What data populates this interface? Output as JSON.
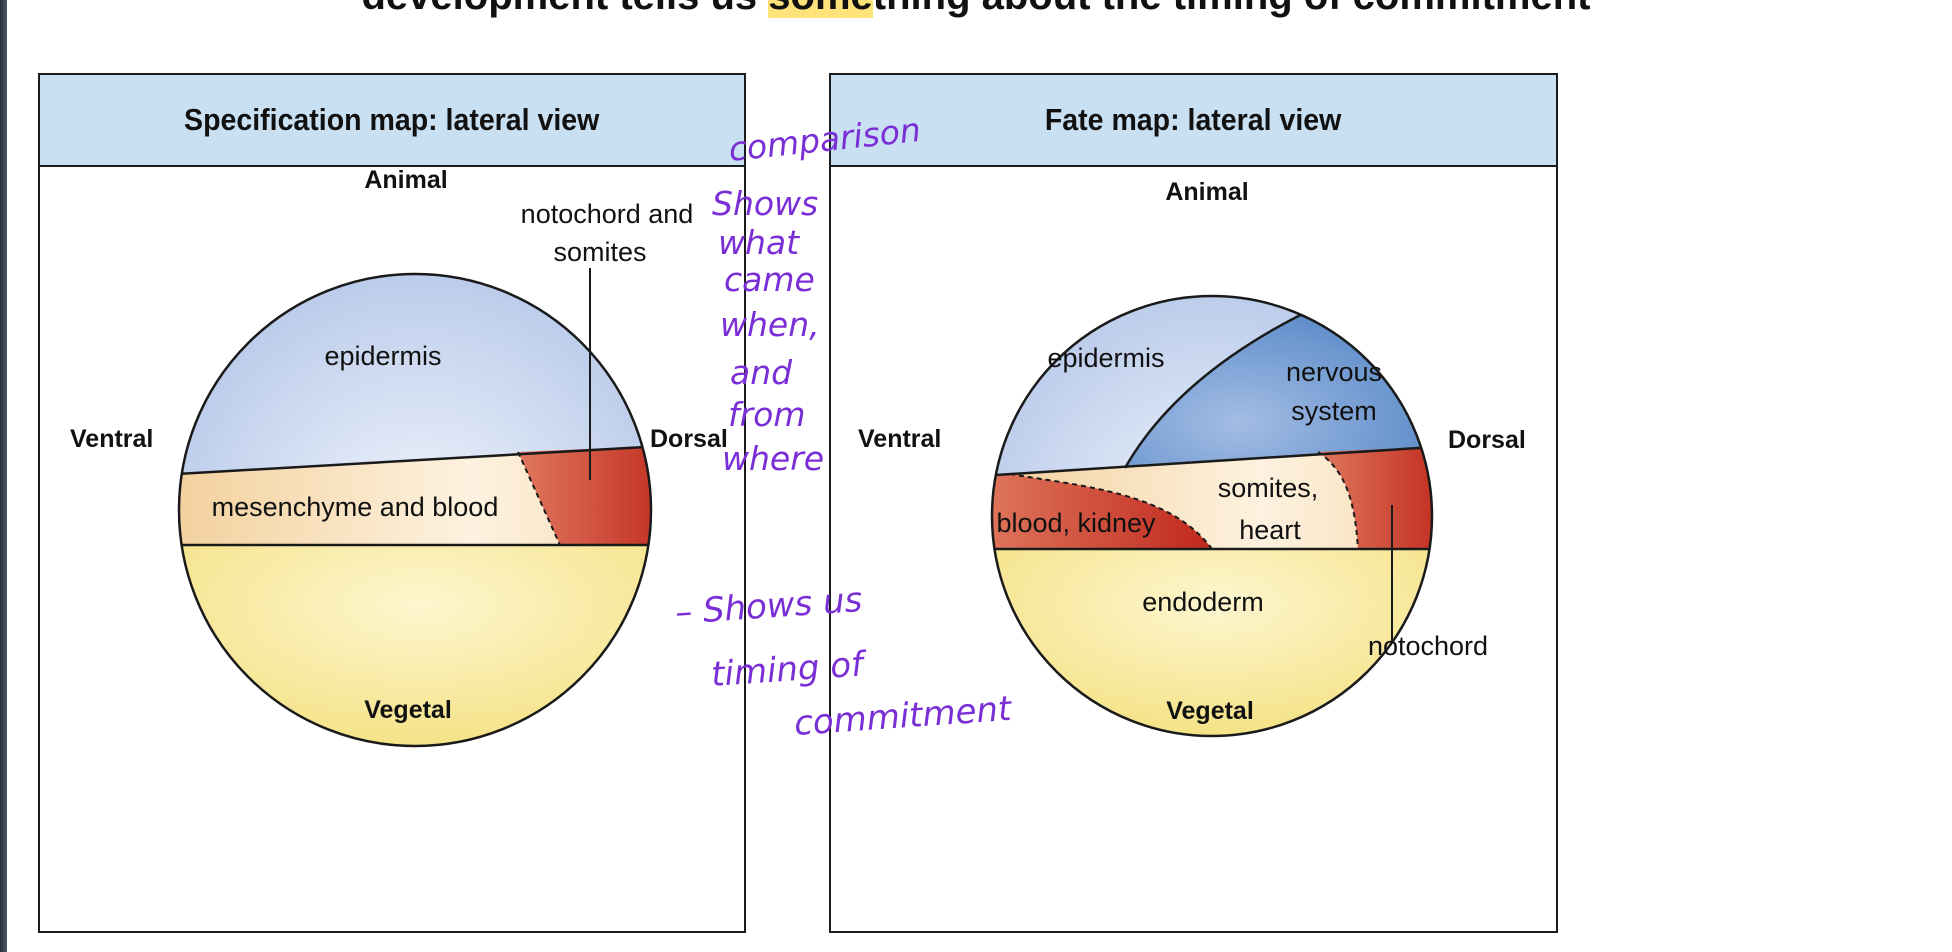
{
  "slide": {
    "title_pre": "development tells us ",
    "title_highlight": "some",
    "title_post": "thing about the timing of commitment"
  },
  "left_panel": {
    "title": "Specification map: lateral view",
    "poles": {
      "top": "Animal",
      "bottom": "Vegetal",
      "left": "Ventral",
      "right": "Dorsal"
    },
    "regions": {
      "epidermis": "epidermis",
      "mesenchyme": "mesenchyme and blood",
      "notochord_line1": "notochord and",
      "notochord_line2": "somites"
    }
  },
  "right_panel": {
    "title": "Fate map: lateral view",
    "poles": {
      "top": "Animal",
      "bottom": "Vegetal",
      "left": "Ventral",
      "right": "Dorsal"
    },
    "regions": {
      "epidermis": "epidermis",
      "nervous_line1": "nervous",
      "nervous_line2": "system",
      "blood": "blood, kidney",
      "somites_line1": "somites,",
      "somites_line2": "heart",
      "endoderm": "endoderm",
      "notochord": "notochord"
    }
  },
  "annotations": {
    "note1": [
      "comparison",
      "Shows",
      "what",
      "came",
      "when,",
      "and",
      "from",
      "where"
    ],
    "note2": [
      "– Shows us",
      "timing  of",
      "commitment"
    ]
  },
  "colors": {
    "header": "#c9e0f3",
    "epidermis": "#c3d2ec",
    "nervous_system": "#5b8fcb",
    "mesoderm_pale": "#f8dfb8",
    "mesoderm_red": "#c93a2b",
    "endoderm": "#f6e58a",
    "ink": "#7a2fd6",
    "highlight": "#ffe27a"
  }
}
